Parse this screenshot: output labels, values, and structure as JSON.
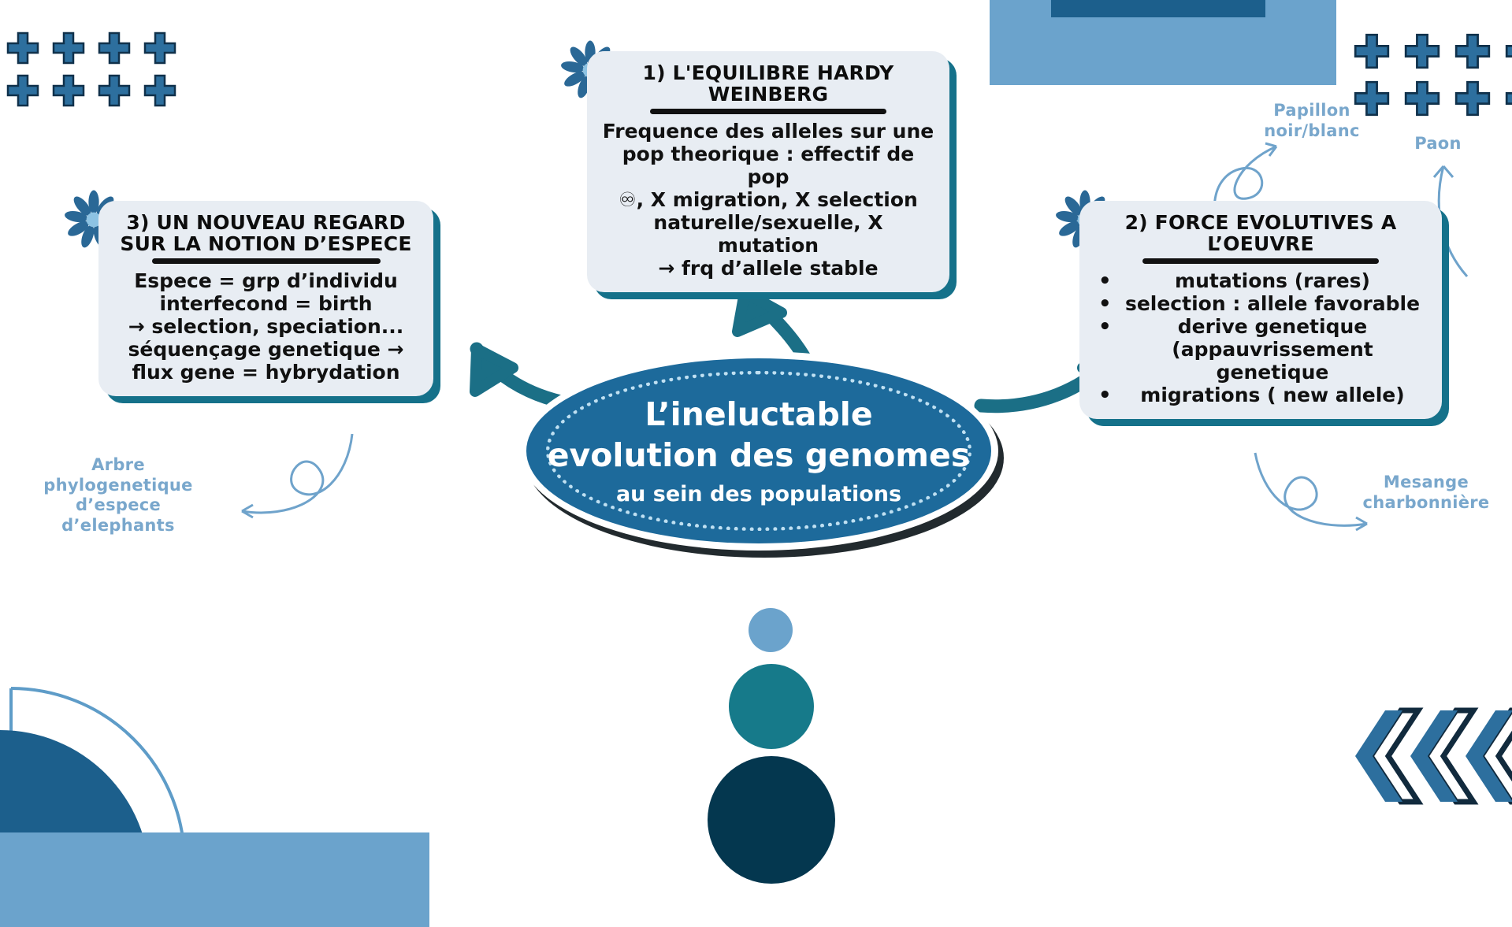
{
  "poster": {
    "center": {
      "line1": "L’ineluctable",
      "line2": "evolution des genomes",
      "subtitle": "au sein des populations",
      "fill_color": "#1d6a9b",
      "dot_color": "#bfe0f2"
    },
    "cards": [
      {
        "id": "card-hardy-weinberg",
        "title": "1) L'EQUILIBRE HARDY\nWEINBERG",
        "body": "Frequence des alleles sur une\npop theorique : effectif de pop\n♾, X migration, X selection\nnaturelle/sexuelle, X mutation\n→ frq d’allele stable",
        "bullets": []
      },
      {
        "id": "card-forces-evolutives",
        "title": "2) FORCE EVOLUTIVES A\nL’OEUVRE",
        "body": "",
        "bullets": [
          "mutations (rares)",
          "selection : allele favorable",
          "derive genetique\n(appauvrissement\ngenetique",
          "migrations ( new allele)"
        ]
      },
      {
        "id": "card-notion-espece",
        "title": "3) UN NOUVEAU REGARD\nSUR LA NOTION D’ESPECE",
        "body": "Espece = grp d’individu\ninterfecond = birth\n→ selection, speciation...\nséquençage genetique →\nflux gene = hybrydation",
        "bullets": []
      }
    ],
    "notes": [
      {
        "id": "note-papillon",
        "text": "Papillon\nnoir/blanc"
      },
      {
        "id": "note-paon",
        "text": "Paon"
      },
      {
        "id": "note-mesange",
        "text": "Mesange\ncharbonnière"
      },
      {
        "id": "note-arbre",
        "text": "Arbre\nphylogenetique\nd’espece\nd’elephants"
      }
    ],
    "palette": {
      "card_bg": "#e8edf3",
      "card_shadow": "#15718a",
      "arrow": "#1b6f86",
      "note_text": "#79a7cc",
      "deco_blue": "#2d6f9e",
      "deco_dark": "#123f63",
      "deco_light": "#6ba3cc",
      "deco_teal": "#167a8a",
      "deco_navy": "#04374f",
      "flower_petal": "#2a6896",
      "flower_center": "#8dc3e3"
    },
    "decorations": {
      "plus_top_left_count": 8,
      "plus_top_right_count": 8,
      "chevron_count": 4,
      "dot_stack_count": 3,
      "flower_count": 3,
      "infinity_glyph": "♾",
      "arrow_glyph": "→"
    }
  }
}
